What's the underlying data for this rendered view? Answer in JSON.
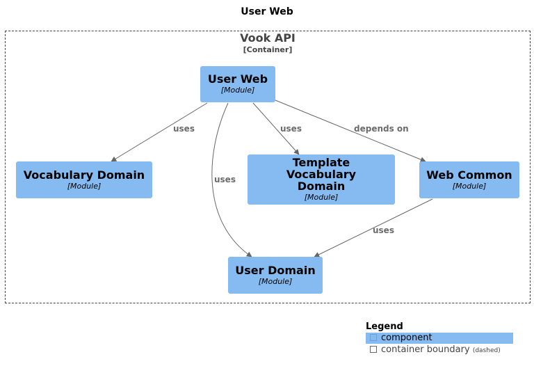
{
  "diagram": {
    "title": "User Web",
    "boundary": {
      "name": "Vook API",
      "technology": "[Container]"
    },
    "nodes": {
      "user_web": {
        "name": "User Web",
        "kind": "[Module]"
      },
      "vocabulary_domain": {
        "name": "Vocabulary Domain",
        "kind": "[Module]"
      },
      "template_vocabulary_domain": {
        "name": "Template Vocabulary Domain",
        "kind": "[Module]"
      },
      "web_common": {
        "name": "Web Common",
        "kind": "[Module]"
      },
      "user_domain": {
        "name": "User Domain",
        "kind": "[Module]"
      }
    },
    "edges": [
      {
        "from": "user_web",
        "to": "vocabulary_domain",
        "label": "uses"
      },
      {
        "from": "user_web",
        "to": "template_vocabulary_domain",
        "label": "uses"
      },
      {
        "from": "user_web",
        "to": "web_common",
        "label": "depends on"
      },
      {
        "from": "user_web",
        "to": "user_domain",
        "label": "uses"
      },
      {
        "from": "web_common",
        "to": "user_domain",
        "label": "uses"
      }
    ],
    "edge_color": "#666666",
    "node_color": "#85bbf0"
  },
  "legend": {
    "title": "Legend",
    "items": [
      {
        "label": "component",
        "note": "",
        "icon": "component-swatch-icon"
      },
      {
        "label": "container boundary",
        "note": "(dashed)",
        "icon": "boundary-swatch-icon"
      }
    ]
  }
}
